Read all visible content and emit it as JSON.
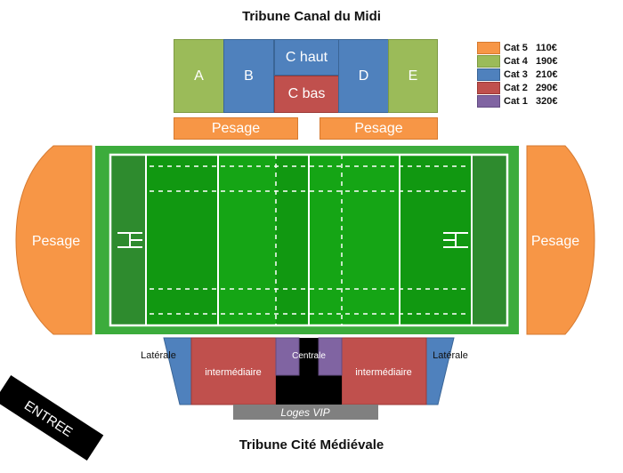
{
  "stands": {
    "north_title": "Tribune Canal du Midi",
    "south_title": "Tribune Cité Médiévale",
    "north_blocks": {
      "a": "A",
      "b": "B",
      "c_haut": "C haut",
      "c_bas": "C bas",
      "d": "D",
      "e": "E"
    },
    "pesage_label": "Pesage",
    "south_blocks": {
      "laterale": "Latérale",
      "intermediaire": "intermédiaire",
      "centrale": "Centrale",
      "loges_vip": "Loges VIP"
    },
    "entree": "ENTREE"
  },
  "legend": [
    {
      "label": "Cat 5",
      "price": "110€",
      "color": "#f79646"
    },
    {
      "label": "Cat 4",
      "price": "190€",
      "color": "#9bbb59"
    },
    {
      "label": "Cat 3",
      "price": "210€",
      "color": "#4f81bd"
    },
    {
      "label": "Cat 2",
      "price": "290€",
      "color": "#c0504d"
    },
    {
      "label": "Cat 1",
      "price": "320€",
      "color": "#8064a2"
    }
  ],
  "colors": {
    "field": "#1a9a1a",
    "surround": "#3cac3c",
    "vip": "#808080"
  }
}
